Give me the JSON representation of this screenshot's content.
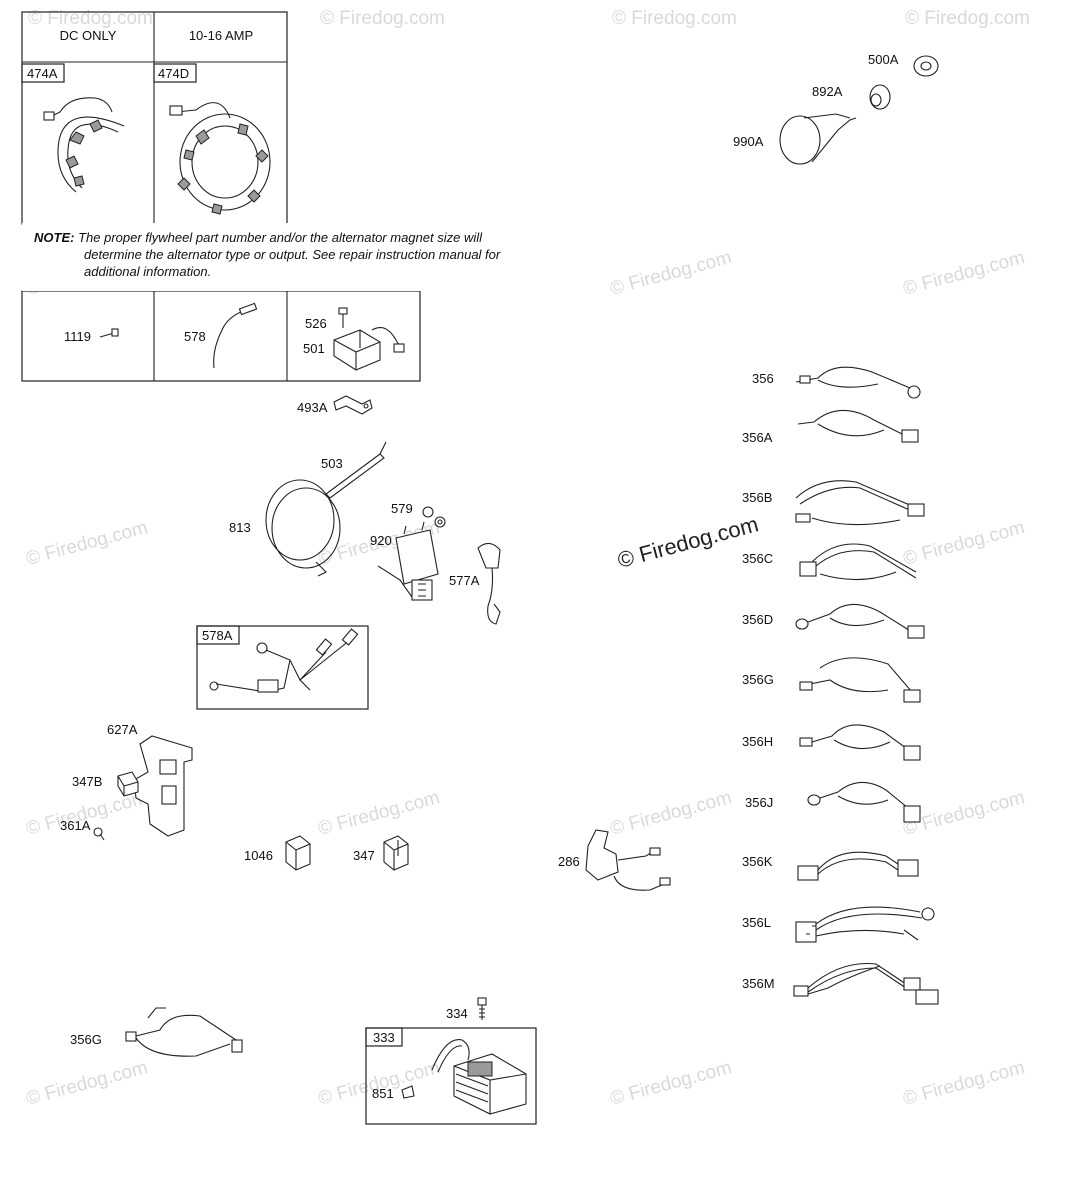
{
  "watermark": "© Firedog.com",
  "center_watermark": "© Firedog.com",
  "table_headers": [
    "DC ONLY",
    "10-16 AMP"
  ],
  "note": {
    "label": "NOTE:",
    "line1": "The proper flywheel part number and/or the alternator magnet size will",
    "rest": "determine the alternator type or output. See repair instruction manual for additional information."
  },
  "labels": {
    "p474A": "474A",
    "p474D": "474D",
    "p500A": "500A",
    "p892A": "892A",
    "p990A": "990A",
    "p1119": "1119",
    "p578": "578",
    "p526": "526",
    "p501": "501",
    "p493A": "493A",
    "p503": "503",
    "p813": "813",
    "p579": "579",
    "p920": "920",
    "p577A": "577A",
    "p578A": "578A",
    "p627A": "627A",
    "p347B": "347B",
    "p361A": "361A",
    "p1046": "1046",
    "p347": "347",
    "p286": "286",
    "p356Gb": "356G",
    "p334": "334",
    "p333": "333",
    "p851": "851",
    "p356": "356",
    "p356A": "356A",
    "p356B": "356B",
    "p356C": "356C",
    "p356D": "356D",
    "p356G": "356G",
    "p356H": "356H",
    "p356J": "356J",
    "p356K": "356K",
    "p356L": "356L",
    "p356M": "356M"
  }
}
